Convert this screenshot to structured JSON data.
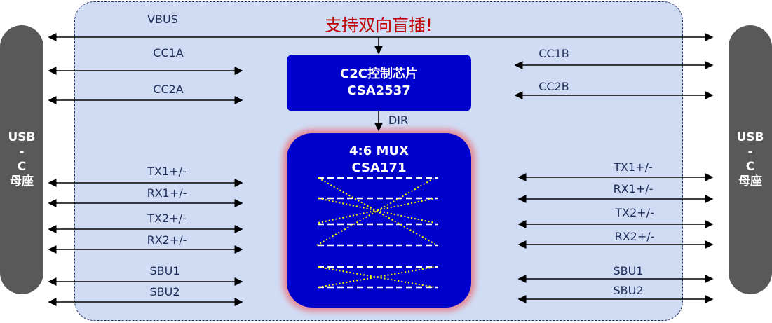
{
  "title": "支持双向盲插!",
  "connectors": {
    "left": [
      "USB",
      "-",
      "C",
      "母座"
    ],
    "right": [
      "USB",
      "-",
      "C",
      "母座"
    ]
  },
  "controller": {
    "line1": "C2C控制芯片",
    "line2": "CSA2537"
  },
  "mux": {
    "line1": "4:6 MUX",
    "line2": "CSA171"
  },
  "signals": {
    "vbus": "VBUS",
    "dir": "DIR",
    "cc1a": "CC1A",
    "cc2a": "CC2A",
    "cc1b": "CC1B",
    "cc2b": "CC2B",
    "left": [
      "TX1+/-",
      "RX1+/-",
      "TX2+/-",
      "RX2+/-",
      "SBU1",
      "SBU2"
    ],
    "right": [
      "TX1+/-",
      "RX1+/-",
      "TX2+/-",
      "RX2+/-",
      "SBU1",
      "SBU2"
    ]
  },
  "colors": {
    "chip": "#0000cc",
    "board": "#d0dcf4",
    "connector": "#595959",
    "title": "#c00000"
  }
}
